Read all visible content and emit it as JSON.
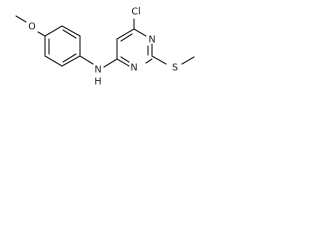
{
  "molecule": {
    "atoms": {
      "chlorine": "Cl",
      "oxygen_methoxy": "O",
      "nitrogen_ring_1": "N",
      "nitrogen_ring_2": "N",
      "nitrogen_amine": "N",
      "amine_hydrogen": "H",
      "sulfur": "S"
    }
  }
}
